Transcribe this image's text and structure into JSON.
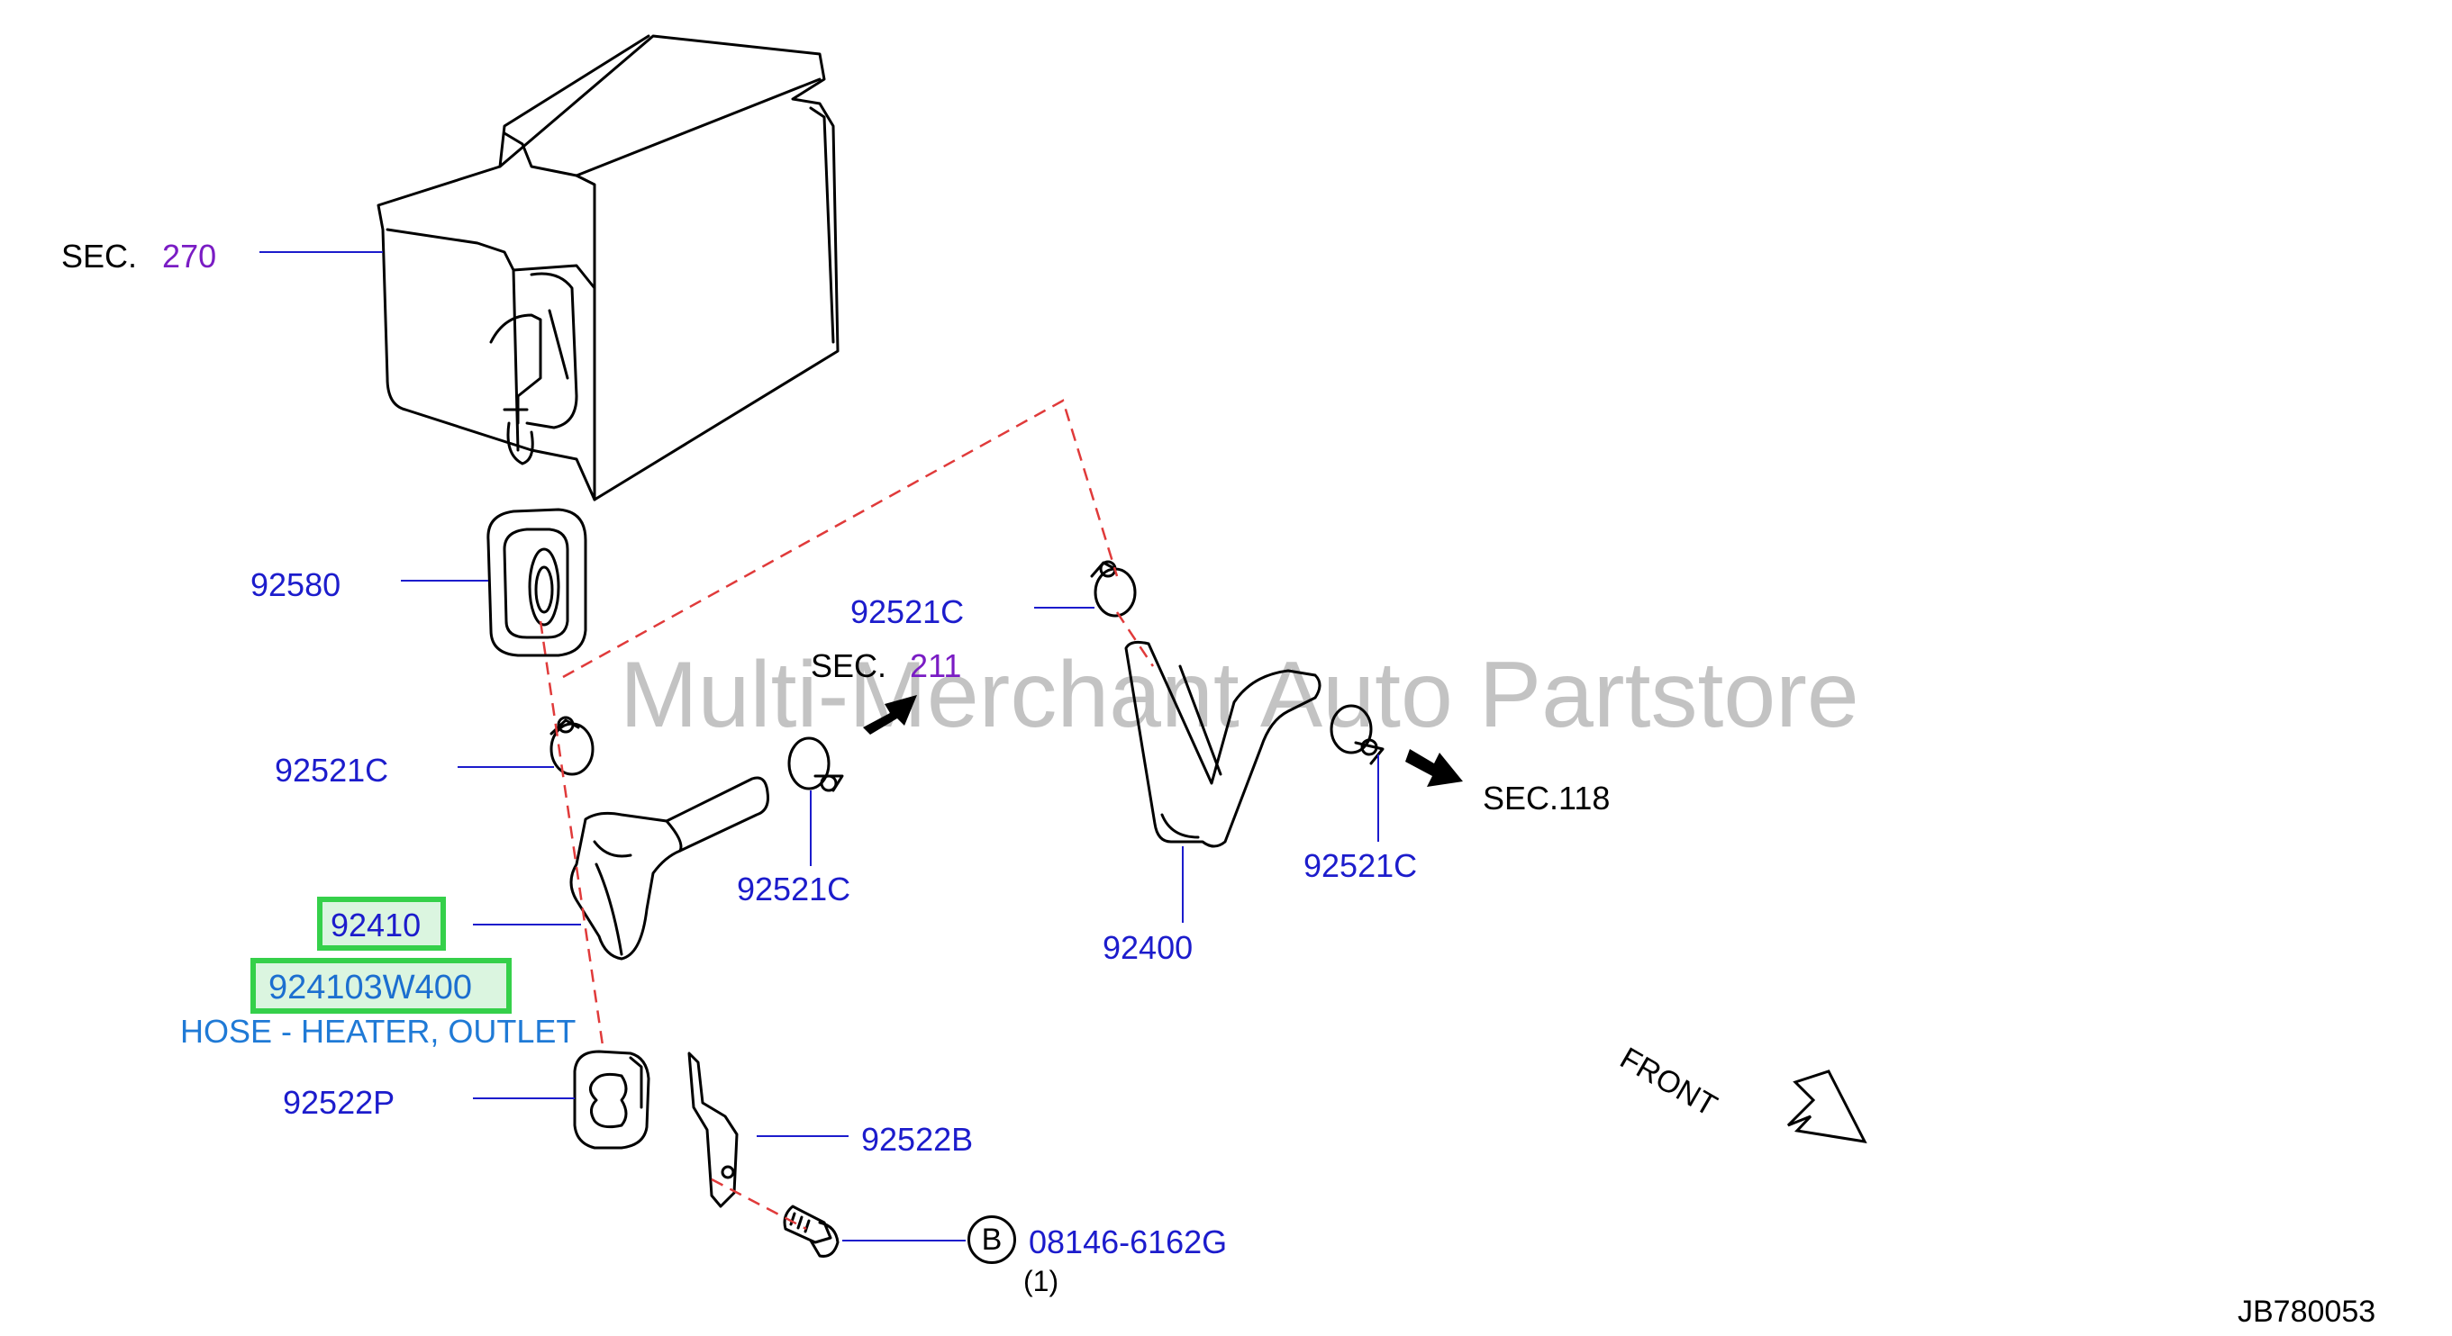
{
  "watermark": "Multi-Merchant Auto Partstore",
  "sections": {
    "sec270": {
      "prefix": "SEC.",
      "number": "270"
    },
    "sec211": {
      "prefix": "SEC.",
      "number": "211"
    },
    "sec118": "SEC.118"
  },
  "parts": {
    "p92580": "92580",
    "p92521c_top_right": "92521C",
    "p92521c_left": "92521C",
    "p92521c_middle": "92521C",
    "p92521c_right": "92521C",
    "p92400": "92400",
    "p92410": "92410",
    "p92522p": "92522P",
    "p92522b": "92522B",
    "bolt": "08146-6162G",
    "bolt_qty": "(1)",
    "bolt_marker": "B"
  },
  "highlight": {
    "part_number": "924103W400",
    "description": "HOSE - HEATER, OUTLET"
  },
  "front_label": "FRONT",
  "diagram_id": "JB780053"
}
